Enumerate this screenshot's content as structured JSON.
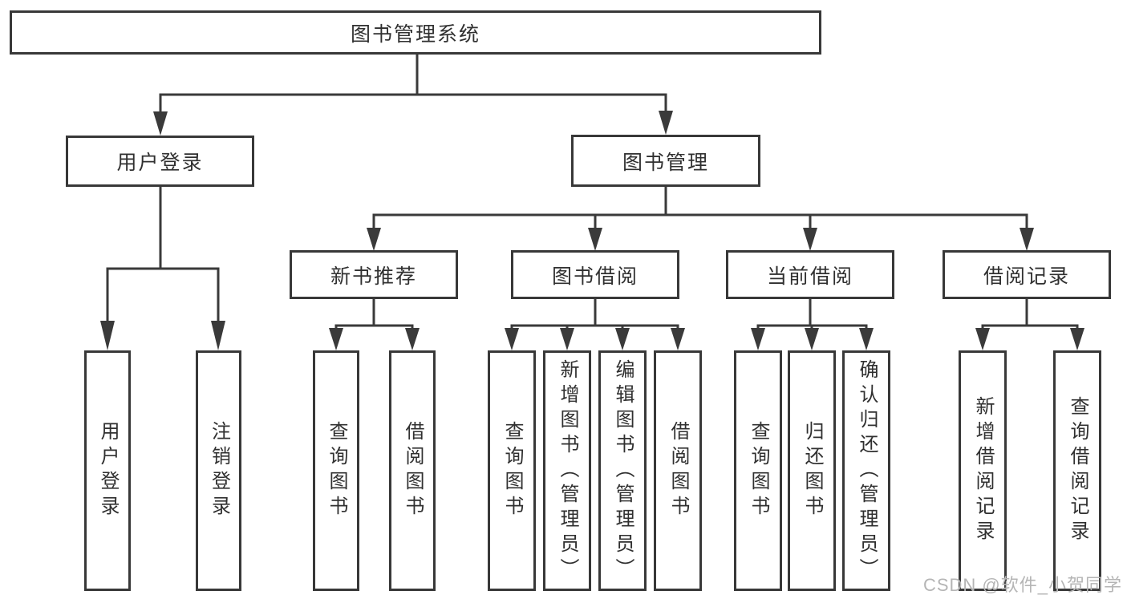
{
  "colors": {
    "line": "#3a3a3a",
    "border": "#383838",
    "text": "#303030",
    "background": "#ffffff",
    "watermark": "#b5b5b5"
  },
  "watermark": "CSDN @软件_小贺同学",
  "tree": {
    "label": "图书管理系统",
    "children": [
      {
        "label": "用户登录",
        "children": [
          {
            "label": "用户登录"
          },
          {
            "label": "注销登录"
          }
        ]
      },
      {
        "label": "图书管理",
        "children": [
          {
            "label": "新书推荐",
            "children": [
              {
                "label": "查询图书"
              },
              {
                "label": "借阅图书"
              }
            ]
          },
          {
            "label": "图书借阅",
            "children": [
              {
                "label": "查询图书"
              },
              {
                "label": "新增图书（管理员）"
              },
              {
                "label": "编辑图书（管理员）"
              },
              {
                "label": "借阅图书"
              }
            ]
          },
          {
            "label": "当前借阅",
            "children": [
              {
                "label": "查询图书"
              },
              {
                "label": "归还图书"
              },
              {
                "label": "确认归还（管理员）"
              }
            ]
          },
          {
            "label": "借阅记录",
            "children": [
              {
                "label": "新增借阅记录"
              },
              {
                "label": "查询借阅记录"
              }
            ]
          }
        ]
      }
    ]
  }
}
